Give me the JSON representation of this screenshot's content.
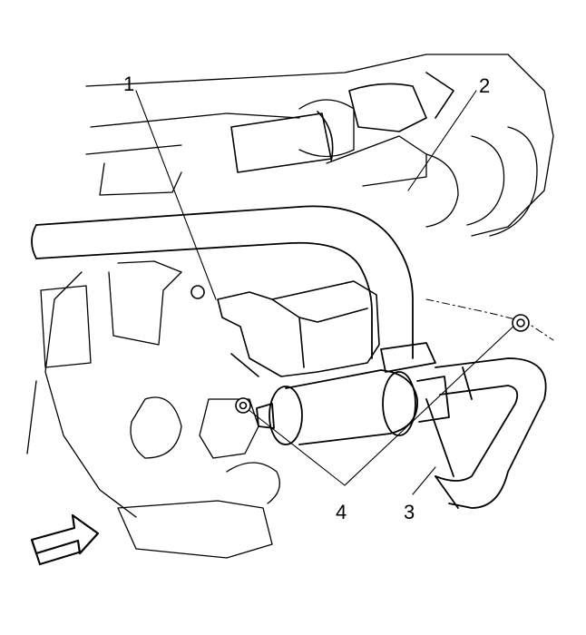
{
  "callouts": [
    {
      "id": "1",
      "label": "1"
    },
    {
      "id": "2",
      "label": "2"
    },
    {
      "id": "3",
      "label": "3"
    },
    {
      "id": "4",
      "label": "4"
    }
  ],
  "colors": {
    "ink": "#000000",
    "paper": "#ffffff"
  },
  "icons": [
    "view-direction-arrow-icon",
    "bolt-icon"
  ]
}
